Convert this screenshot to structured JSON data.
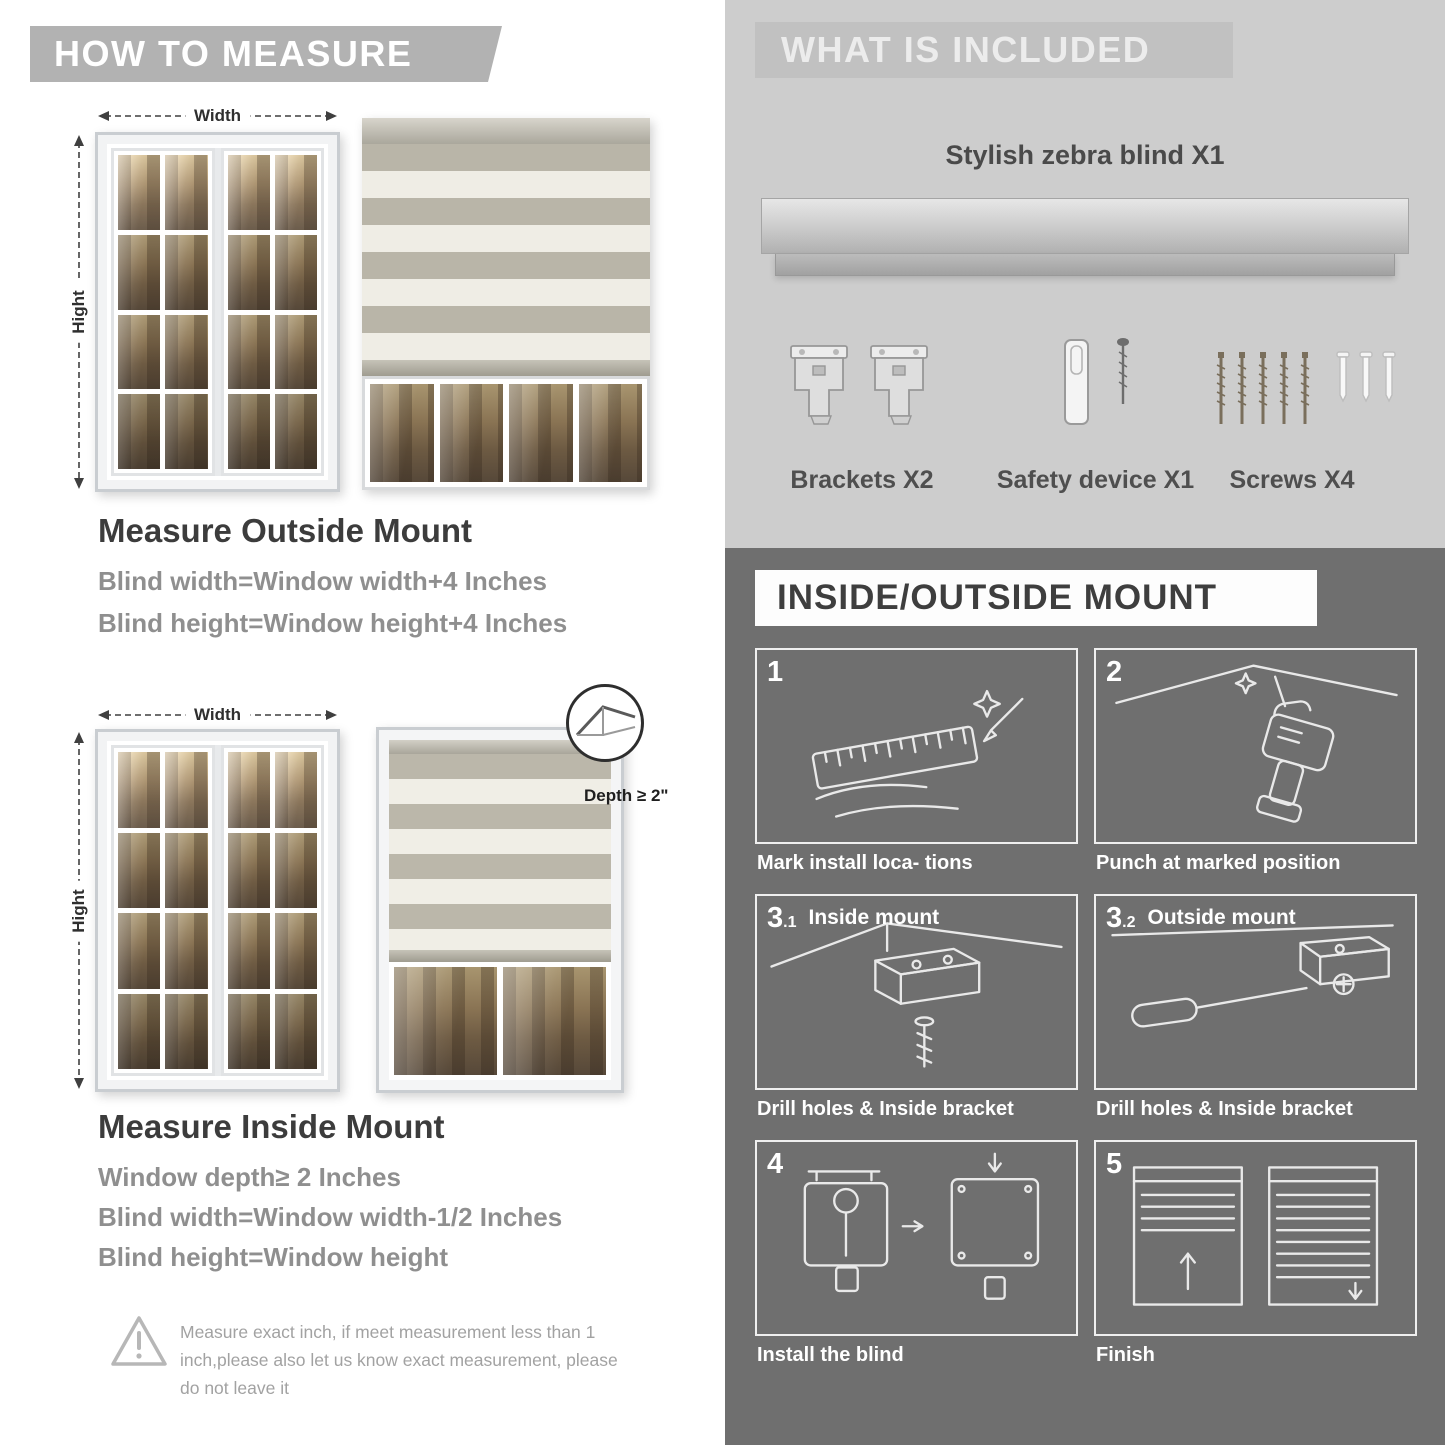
{
  "left": {
    "header": "HOW TO MEASURE",
    "outside": {
      "width_label": "Width",
      "height_label": "Hight",
      "title": "Measure Outside Mount",
      "line1": "Blind width=Window width+4 Inches",
      "line2": "Blind height=Window height+4 Inches"
    },
    "inside": {
      "width_label": "Width",
      "height_label": "Hight",
      "depth_note": "Depth ≥ 2\"",
      "title": "Measure Inside Mount",
      "line1": "Window depth≥ 2 Inches",
      "line2": "Blind width=Window width-1/2 Inches",
      "line3": "Blind height=Window height"
    },
    "warning_text": "Measure exact inch, if meet measurement less than 1 inch,please also let us know exact measurement, please do not leave it",
    "warning_icon": "warning-triangle-icon"
  },
  "included": {
    "header": "WHAT IS INCLUDED",
    "product": "Stylish zebra blind X1",
    "items": [
      {
        "label": "Brackets X2",
        "icon": "bracket-icon"
      },
      {
        "label": "Safety device X1",
        "icon": "safety-device-icon"
      },
      {
        "label": "Screws X4",
        "icon": "screw-icon"
      }
    ]
  },
  "mount": {
    "header": "INSIDE/OUTSIDE MOUNT",
    "steps": [
      {
        "num": "1",
        "sub": "",
        "title": "",
        "caption": "Mark install loca- tions",
        "icon": "ruler-mark-icon"
      },
      {
        "num": "2",
        "sub": "",
        "title": "",
        "caption": "Punch at  marked position",
        "icon": "drill-icon"
      },
      {
        "num": "3",
        "sub": ".1",
        "title": "Inside mount",
        "caption": "Drill holes &  Inside bracket",
        "icon": "inside-bracket-icon"
      },
      {
        "num": "3",
        "sub": ".2",
        "title": "Outside mount",
        "caption": "Drill holes &  Inside bracket",
        "icon": "outside-bracket-icon"
      },
      {
        "num": "4",
        "sub": "",
        "title": "",
        "caption": "Install the blind",
        "icon": "install-blind-icon"
      },
      {
        "num": "5",
        "sub": "",
        "title": "",
        "caption": "Finish",
        "icon": "finish-blind-icon"
      }
    ]
  },
  "colors": {
    "light_gray_bg": "#cdcdcd",
    "dark_gray_bg": "#6f6f6f",
    "header_bar_gray": "#b2b2b2",
    "text_dark": "#3c3c3c",
    "text_gray": "#8f8f8f"
  }
}
